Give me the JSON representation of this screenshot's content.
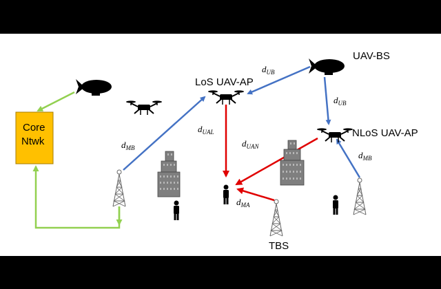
{
  "nodes": {
    "core_network": [
      "Core",
      "Ntwk"
    ],
    "uav_bs": "UAV-BS",
    "los_uav_ap": "LoS UAV-AP",
    "nlos_uav_ap": "NLoS UAV-AP",
    "tbs": "TBS"
  },
  "links": {
    "d_ub_top": {
      "base": "d",
      "sub": "UB"
    },
    "d_ub_right": {
      "base": "d",
      "sub": "UB"
    },
    "d_mb_left": {
      "base": "d",
      "sub": "MB"
    },
    "d_mb_right": {
      "base": "d",
      "sub": "MB"
    },
    "d_ual": {
      "base": "d",
      "sub": "UAL"
    },
    "d_uan": {
      "base": "d",
      "sub": "UAN"
    },
    "d_ma": {
      "base": "d",
      "sub": "MA"
    }
  },
  "colors": {
    "backhaul_blue": "#4472C4",
    "access_red": "#E00000",
    "fronthaul_green": "#92D050",
    "core_box": "#FFC000",
    "building": "#808080"
  },
  "icons": [
    "blimp-icon",
    "drone-icon",
    "tower-icon",
    "building-icon",
    "person-icon"
  ]
}
